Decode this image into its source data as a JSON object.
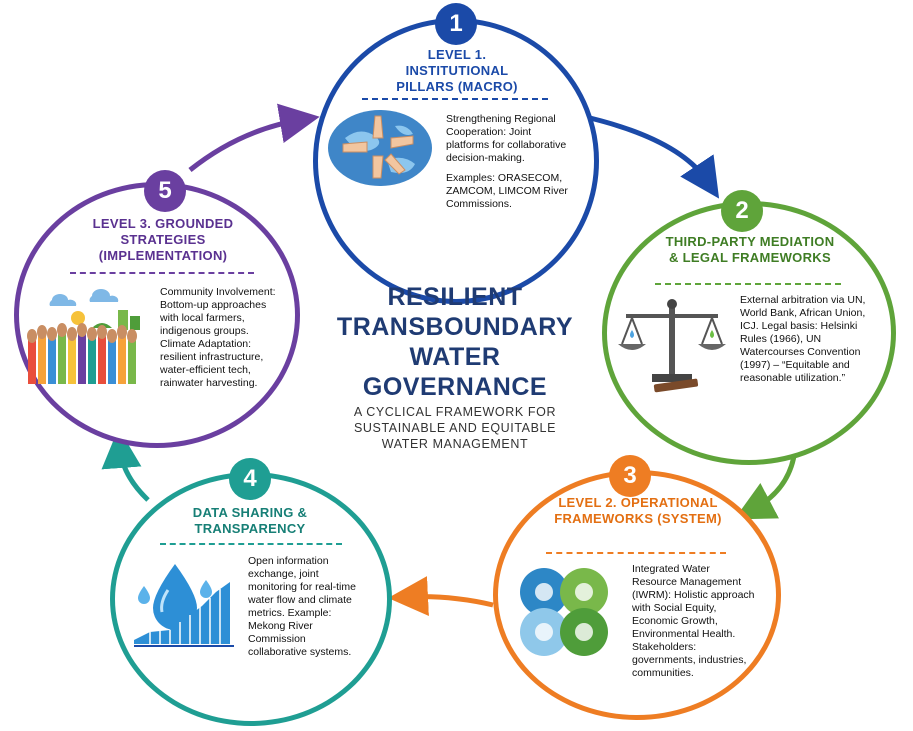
{
  "title": "RESILIENT TRANSBOUNDARY WATER GOVERNANCE",
  "subtitle": "A CYCLICAL FRAMEWORK FOR SUSTAINABLE AND EQUITABLE WATER MANAGEMENT",
  "colors": {
    "navy": "#1f3b73",
    "blue": "#1b4aa8",
    "green": "#5fa43a",
    "orange": "#ee7d23",
    "teal": "#1f9e93",
    "purple": "#6a3fa0"
  },
  "nodes": [
    {
      "number": "1",
      "title": "LEVEL 1. INSTITUTIONAL PILLARS (MACRO)",
      "paragraphs": [
        "Strengthening Regional Cooperation: Joint platforms for collaborative decision-making.",
        "Examples: ORASECOM, ZAMCOM, LIMCOM River Commissions."
      ],
      "icon": "globe-hands-icon"
    },
    {
      "number": "2",
      "title": "THIRD-PARTY MEDIATION & LEGAL FRAMEWORKS",
      "paragraphs": [
        "External arbitration via UN, World Bank, African Union, ICJ. Legal basis: Helsinki Rules (1966), UN Watercourses Convention (1997) – “Equitable and reasonable utilization.”"
      ],
      "icon": "scales-of-justice-icon"
    },
    {
      "number": "3",
      "title": "LEVEL 2. OPERATIONAL FRAMEWORKS (SYSTEM)",
      "paragraphs": [
        "Integrated Water Resource Management (IWRM): Holistic approach with Social Equity, Economic Growth, Environmental Health. Stakeholders: governments, industries, communities."
      ],
      "icon": "iwrm-gears-icon"
    },
    {
      "number": "4",
      "title": "DATA SHARING & TRANSPARENCY",
      "paragraphs": [
        "Open information exchange, joint monitoring for real-time water flow and climate metrics. Example: Mekong River Commission collaborative systems."
      ],
      "icon": "water-drop-chart-icon"
    },
    {
      "number": "5",
      "title": "LEVEL 3. GROUNDED STRATEGIES (IMPLEMENTATION)",
      "paragraphs": [
        "Community Involvement: Bottom-up approaches with local farmers, indigenous groups. Climate Adaptation: resilient infrastructure, water-efficient tech, rainwater harvesting."
      ],
      "icon": "community-hands-icon"
    }
  ]
}
